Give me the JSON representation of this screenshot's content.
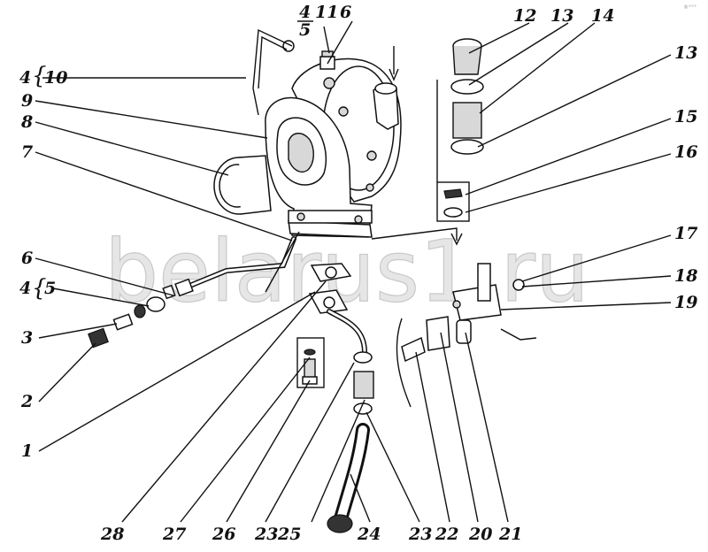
{
  "watermark": "belarus1.ru",
  "corner_mark": "®°°°",
  "callouts": {
    "c1": "1",
    "c2": "2",
    "c3": "3",
    "c4_top": "4",
    "c5_top": "5",
    "c4_left10": "4",
    "c10": "10",
    "c9": "9",
    "c8": "8",
    "c7": "7",
    "c6_left": "6",
    "c4_left5": "4",
    "c5_left": "5",
    "c11": "11",
    "c6_top": "6",
    "c12": "12",
    "c13_top": "13",
    "c14": "14",
    "c13_right": "13",
    "c15": "15",
    "c16": "16",
    "c17": "17",
    "c18": "18",
    "c19": "19",
    "c20": "20",
    "c21": "21",
    "c22": "22",
    "c23_mid": "23",
    "c23_right": "23",
    "c24": "24",
    "c25": "25",
    "c26": "26",
    "c27": "27",
    "c28": "28"
  },
  "colors": {
    "ink": "#111111",
    "watermark": "#e6e6e6",
    "background": "#ffffff"
  }
}
